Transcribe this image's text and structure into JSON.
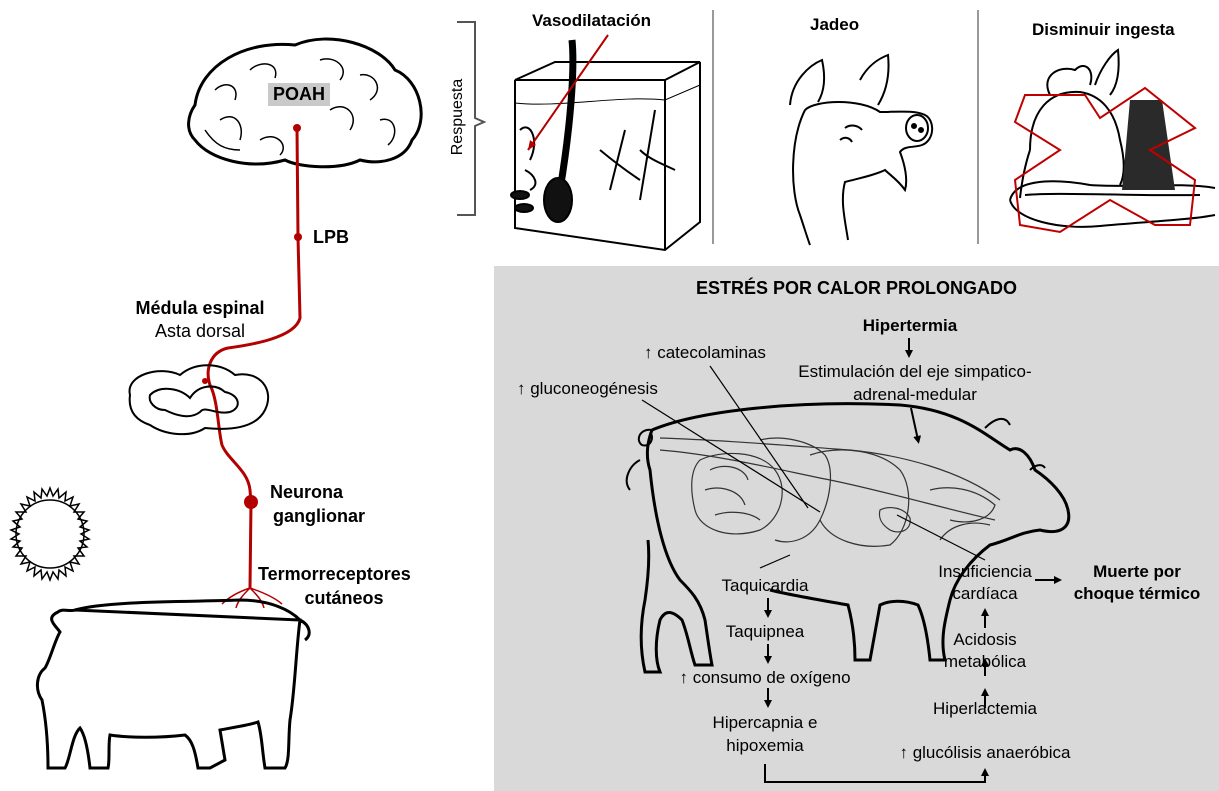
{
  "left": {
    "poah": "POAH",
    "lpb": "LPB",
    "spinal_title": "Médula espinal",
    "spinal_sub": "Asta dorsal",
    "neuron_l1": "Neurona",
    "neuron_l2": "ganglionar",
    "thermo_l1": "Termorreceptores",
    "thermo_l2": "cutáneos"
  },
  "responses": {
    "side_label": "Respuesta",
    "panels": [
      {
        "title": "Vasodilatación"
      },
      {
        "title": "Jadeo"
      },
      {
        "title": "Disminuir ingesta"
      }
    ]
  },
  "stress": {
    "title": "ESTRÉS POR CALOR PROLONGADO",
    "hipertermia": "Hipertermia",
    "estim_l1": "Estimulación del eje simpatico-",
    "estim_l2": "adrenal-medular",
    "catecol": "↑ catecolaminas",
    "gluconeo": "↑ gluconeogénesis",
    "taquicardia": "Taquicardia",
    "taquipnea": "Taquipnea",
    "consumo": "↑ consumo de oxígeno",
    "hipercap_l1": "Hipercapnia e",
    "hipercap_l2": "hipoxemia",
    "glucolisis": "↑ glucólisis anaeróbica",
    "hiperlact": "Hiperlactemia",
    "acidosis_l1": "Acidosis",
    "acidosis_l2": "metabólica",
    "insuf_l1": "Insuficiencia",
    "insuf_l2": "cardíaca",
    "muerte_l1": "Muerte por",
    "muerte_l2": "choque térmico"
  },
  "colors": {
    "nerve": "#b30000",
    "panel_bg": "#d9d9d9",
    "cross": "#c00000"
  }
}
